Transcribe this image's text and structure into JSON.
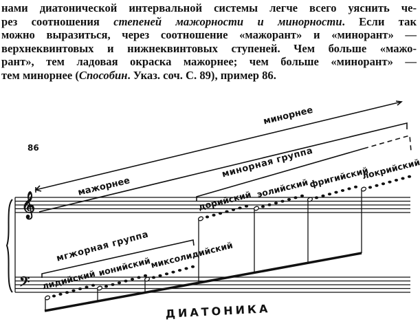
{
  "paragraph": {
    "lines": [
      {
        "a": "нами диатонической интервальной системы легче всего уяснить че-"
      },
      {
        "a": "рез соотношения ",
        "i": "степеней мажорности и минорности",
        "b": ". Если так"
      },
      {
        "a": "можно выразиться, через соотношение «мажорант» и «минорант» —"
      },
      {
        "a": "верхнеквинтовых и нижнеквинтовых ступеней. Чем больше «мажо-"
      },
      {
        "a": "рант», тем ладовая окраска мажорнее; чем больше «минорант» —"
      },
      {
        "a": "тем минорнее (",
        "i": "Способин",
        "b": ". Указ. соч. С. 89), пример 86."
      }
    ]
  },
  "example": {
    "number": "86",
    "more_minor": "минорнее",
    "more_major": "мажорнее",
    "minor_group": "минорная группа",
    "major_group": "мгжорная группа",
    "modes": {
      "lydian": "лидийский",
      "ionian": "ионийский",
      "mixolydian": "миксолидийский",
      "dorian": "дорийский",
      "aeolian": "эолийский",
      "phrygian": "фригийский",
      "locrian": "локрийский"
    },
    "caption": "ДИАТОНИКА"
  }
}
